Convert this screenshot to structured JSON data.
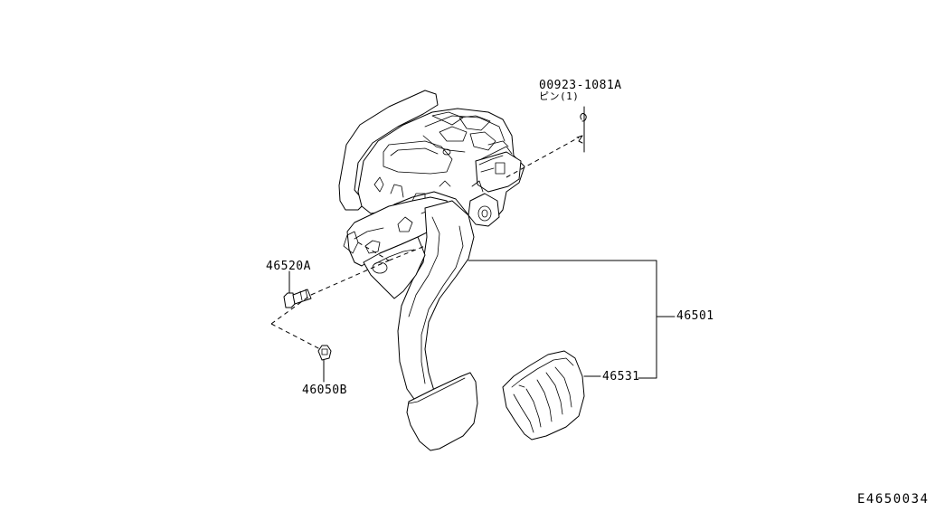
{
  "parts": {
    "pin_number": "00923-1081A",
    "pin_note": "ピン(1)",
    "bolt": "46520A",
    "nut": "46050B",
    "pedal_assembly": "46501",
    "pedal_pad": "46531"
  },
  "diagram_code": "E4650034"
}
